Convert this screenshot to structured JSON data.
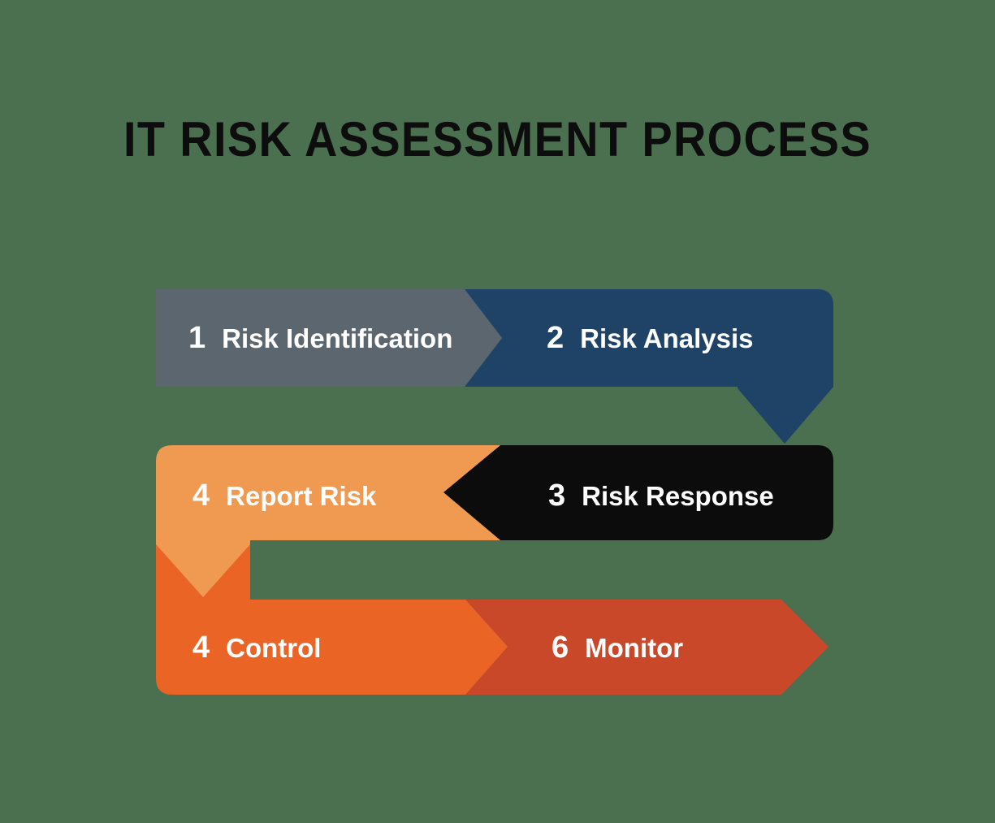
{
  "page": {
    "title": "IT RISK ASSESSMENT PROCESS",
    "background_color": "#4a7050"
  },
  "chart_data": {
    "type": "diagram",
    "subtype": "process-flow-chevron",
    "title": "IT RISK ASSESSMENT PROCESS",
    "flow_direction": "serpentine: row1 left-to-right, row2 right-to-left, row3 left-to-right",
    "rows": 3,
    "columns": 2,
    "steps": [
      {
        "number": "1",
        "label": "Risk Identification",
        "color": "#5c666e",
        "row": 1,
        "column": 1,
        "arrow": "right"
      },
      {
        "number": "2",
        "label": "Risk Analysis",
        "color": "#1e4366",
        "row": 1,
        "column": 2,
        "arrow": "down"
      },
      {
        "number": "3",
        "label": "Risk Response",
        "color": "#0c0c0c",
        "row": 2,
        "column": 2,
        "arrow": "left"
      },
      {
        "number": "4",
        "label": "Report Risk",
        "color": "#f09a51",
        "row": 2,
        "column": 1,
        "arrow": "down"
      },
      {
        "number": "4",
        "label": "Control",
        "color": "#ea6426",
        "row": 3,
        "column": 1,
        "arrow": "right"
      },
      {
        "number": "6",
        "label": "Monitor",
        "color": "#c9482a",
        "row": 3,
        "column": 2,
        "arrow": "right"
      }
    ]
  }
}
